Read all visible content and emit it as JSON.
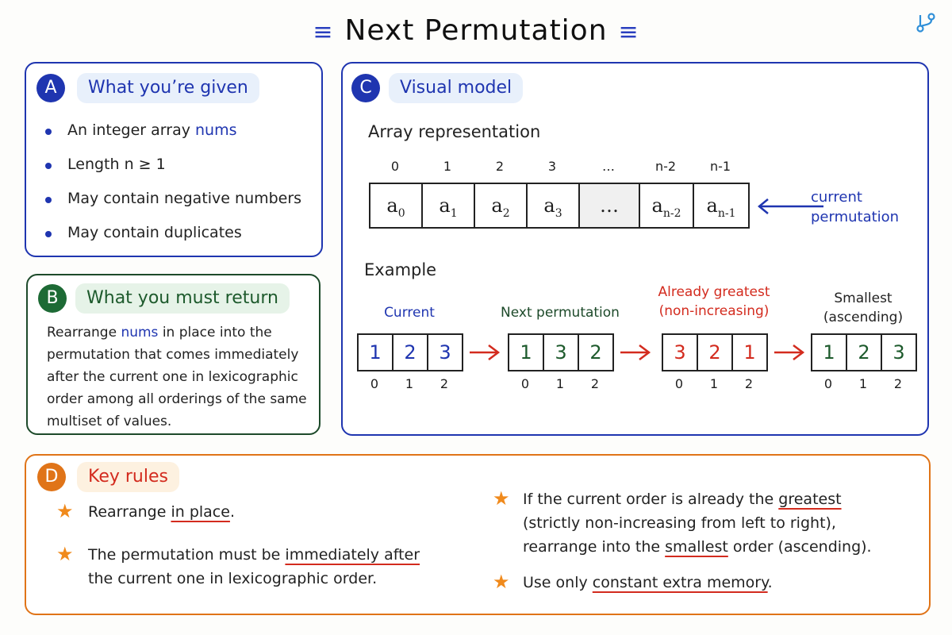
{
  "title": "Next Permutation",
  "colors": {
    "blue": "#1f35b0",
    "green": "#1d4a2a",
    "red": "#d32b1e",
    "orange": "#e07418",
    "star": "#f08a1c"
  },
  "panel_a": {
    "badge": "A",
    "title": "What you’re given",
    "bullet_1_prefix": "An integer array",
    "bullet_1_code": "nums",
    "bullet_2": "Length n ≥ 1",
    "bullet_3": "May contain negative numbers",
    "bullet_4": "May contain duplicates"
  },
  "panel_b": {
    "badge": "B",
    "title": "What you must return",
    "text_1": "Rearrange",
    "code": "nums",
    "text_2": "in place into the permutation that comes immediately after the current one in lexicographic order among all orderings of the same multiset of values."
  },
  "panel_c": {
    "badge": "C",
    "title": "Visual model",
    "array_heading": "Array representation",
    "indices": [
      "0",
      "1",
      "2",
      "3",
      "…",
      "n-2",
      "n-1"
    ],
    "cells": [
      {
        "base": "a",
        "sub": "0"
      },
      {
        "base": "a",
        "sub": "1"
      },
      {
        "base": "a",
        "sub": "2"
      },
      {
        "base": "a",
        "sub": "3"
      },
      {
        "base": "…",
        "sub": ""
      },
      {
        "base": "a",
        "sub": "n-2"
      },
      {
        "base": "a",
        "sub": "n-1"
      }
    ],
    "pointer_label_1": "current",
    "pointer_label_2": "permutation",
    "example_heading": "Example",
    "examples": [
      {
        "label_1": "Current",
        "label_2": "",
        "values": [
          "1",
          "2",
          "3"
        ],
        "indices": [
          "0",
          "1",
          "2"
        ]
      },
      {
        "label_1": "Next permutation",
        "label_2": "",
        "values": [
          "1",
          "3",
          "2"
        ],
        "indices": [
          "0",
          "1",
          "2"
        ]
      },
      {
        "label_1": "Already greatest",
        "label_2": "(non-increasing)",
        "values": [
          "3",
          "2",
          "1"
        ],
        "indices": [
          "0",
          "1",
          "2"
        ]
      },
      {
        "label_1": "Smallest",
        "label_2": "(ascending)",
        "values": [
          "1",
          "2",
          "3"
        ],
        "indices": [
          "0",
          "1",
          "2"
        ]
      }
    ]
  },
  "panel_d": {
    "badge": "D",
    "title": "Key rules",
    "r1_a": "Rearrange",
    "r1_u": "in place",
    "r1_b": ".",
    "r2_a": "The permutation must be",
    "r2_u": "immediately after",
    "r2_b": "the current one in lexicographic order.",
    "r3_a": "If the current order is already the",
    "r3_u": "greatest",
    "r3_b": "(strictly non-increasing from left to right),",
    "r3_c": "rearrange into the",
    "r3_u2": "smallest",
    "r3_d": "order (ascending).",
    "r4_a": "Use only",
    "r4_u": "constant extra memory",
    "r4_b": "."
  }
}
